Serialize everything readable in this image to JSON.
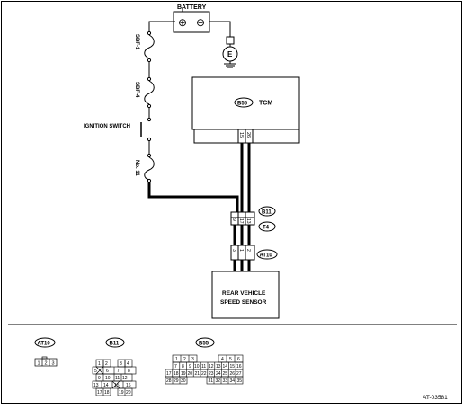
{
  "diagram": {
    "battery_label": "BATTERY",
    "battery_plus": "⊕",
    "battery_minus": "⊖",
    "ground_label": "E",
    "fuse1_label": "SBF-1",
    "fuse2_label": "SBF-4",
    "ignition_label": "IGNITION SWITCH",
    "fuse3_label": "No. 11",
    "tcm_connector": "B55",
    "tcm_label": "TCM",
    "tcm_pins": [
      "15",
      "26"
    ],
    "b11_pins": [
      "9",
      "17",
      "13"
    ],
    "b11_label": "B11",
    "t4_label": "T4",
    "at10_pins": [
      "3",
      "1",
      "2"
    ],
    "at10_label": "AT10",
    "sensor_line1": "REAR VEHICLE",
    "sensor_line2": "SPEED SENSOR",
    "figure_id": "AT-03581"
  },
  "legend": {
    "at10": {
      "label": "AT10",
      "pins": [
        "1",
        "2",
        "3"
      ]
    },
    "b11": {
      "label": "B11",
      "rows": [
        [
          "1",
          "2",
          "",
          "3",
          "4"
        ],
        [
          "5",
          "6",
          "7",
          "8"
        ],
        [
          "9",
          "10",
          "11",
          "12"
        ],
        [
          "13",
          "14",
          "15",
          "16"
        ],
        [
          "17",
          "18",
          "19",
          "20"
        ]
      ]
    },
    "b55": {
      "label": "B55",
      "rows": [
        [
          "1",
          "2",
          "3",
          "",
          "4",
          "5",
          "6"
        ],
        [
          "7",
          "8",
          "9",
          "10",
          "11",
          "12",
          "13",
          "14",
          "15",
          "16"
        ],
        [
          "17",
          "18",
          "19",
          "20",
          "21",
          "22",
          "23",
          "24",
          "25",
          "26",
          "27"
        ],
        [
          "28",
          "29",
          "30",
          "31",
          "32",
          "33",
          "34",
          "35"
        ]
      ]
    }
  }
}
